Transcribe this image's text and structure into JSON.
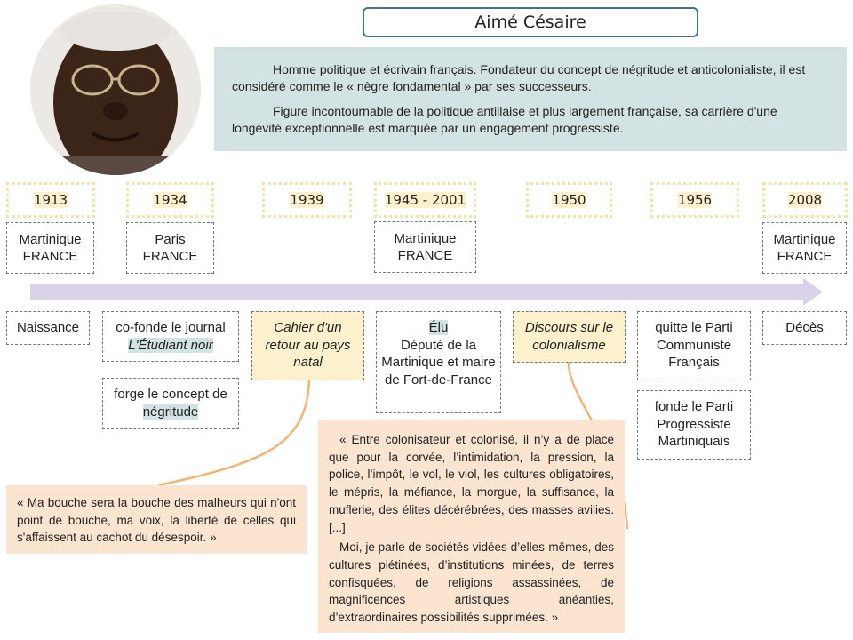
{
  "title": "Aimé Césaire",
  "description": [
    "Homme politique et écrivain français. Fondateur du concept de négritude et anticolonialiste, il est considéré comme le « nègre fondamental » par ses successeurs.",
    "Figure incontournable de la politique antillaise et plus largement française, sa carrière d'une longévité exceptionnelle est marquée par un engagement progressiste."
  ],
  "years": [
    "1913",
    "1934",
    "1939",
    "1945 - 2001",
    "1950",
    "1956",
    "2008"
  ],
  "places": {
    "p1913": [
      "Martinique",
      "FRANCE"
    ],
    "p1934": [
      "Paris",
      "FRANCE"
    ],
    "p1945": [
      "Martinique",
      "FRANCE"
    ],
    "p2008": [
      "Martinique",
      "FRANCE"
    ]
  },
  "events": {
    "naissance": "Naissance",
    "cofonde_prefix": "co-fonde le journal",
    "cofonde_title": "L'Étudiant noir",
    "forge_prefix": "forge le concept de",
    "forge_term": "négritude",
    "cahier": "Cahier d'un retour au pays natal",
    "elu": "Élu",
    "depute": "Député de la Martinique et maire de Fort-de-France",
    "discours": "Discours sur le colonialisme",
    "quitte": "quitte le Parti Communiste Français",
    "fonde": "fonde le Parti Progressiste Martiniquais",
    "deces": "Décès"
  },
  "quotes": {
    "cahier": "« Ma bouche sera la bouche des malheurs qui n'ont point de bouche, ma voix, la liberté de celles qui s'affaissent au cachot du désespoir. »",
    "discours_1": "« Entre colonisateur et colonisé, il n’y a de place que pour la corvée, l’intimidation, la pression, la police, l’impôt, le vol, le viol, les cultures obligatoires, le mépris, la méfiance, la morgue, la suffisance, la muflerie, des élites décérébrées, des masses avilies. [...]",
    "discours_2": "Moi, je parle de sociétés vidées d’elles-mêmes, des cultures piétinées, d’institutions minées, de terres confisquées, de religions assassinées, de magnificences artistiques anéanties, d’extraordinaires possibilités supprimées. »"
  },
  "colors": {
    "arrow": "#d9d2e9",
    "highlight": "#fdf0cd",
    "quote_bg": "#fbe4d0",
    "desc_bg": "#d3e2e2",
    "connector": "#f0b474"
  }
}
